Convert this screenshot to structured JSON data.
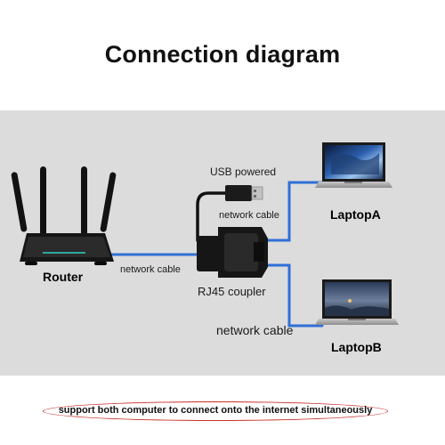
{
  "title": "Connection diagram",
  "labels": {
    "usb_powered": "USB powered",
    "cable_top": "network cable",
    "cable_left": "network cable",
    "coupler": "RJ45 coupler",
    "cable_bottom": "network cable",
    "router": "Router",
    "laptop_a": "LaptopA",
    "laptop_b": "LaptopB"
  },
  "note": "support both computer to connect onto the internet simultaneously",
  "colors": {
    "cable": "#2f6fd6",
    "panel": "#dcdcdc",
    "note_border": "#c9302c",
    "device": "#111111"
  },
  "icons": {
    "router": "wifi-router-icon",
    "coupler": "rj45-coupler-icon",
    "usb": "usb-plug-icon",
    "laptop_a": "laptop-icon",
    "laptop_b": "laptop-icon"
  }
}
